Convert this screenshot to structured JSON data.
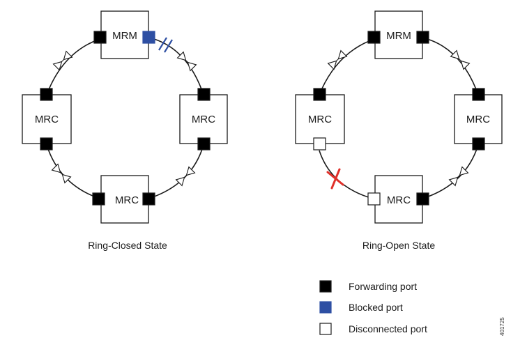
{
  "diagrams": {
    "closed": {
      "caption": "Ring-Closed State",
      "nodes": [
        {
          "id": "mrm",
          "label": "MRM"
        },
        {
          "id": "left",
          "label": "MRC"
        },
        {
          "id": "right",
          "label": "MRC"
        },
        {
          "id": "bottom",
          "label": "MRC"
        }
      ],
      "ports": [
        {
          "state": "forwarding"
        },
        {
          "state": "blocked"
        },
        {
          "state": "forwarding"
        },
        {
          "state": "forwarding"
        },
        {
          "state": "forwarding"
        },
        {
          "state": "forwarding"
        },
        {
          "state": "forwarding"
        },
        {
          "state": "forwarding"
        }
      ],
      "link_break": "blocked-link"
    },
    "open": {
      "caption": "Ring-Open State",
      "nodes": [
        {
          "id": "mrm",
          "label": "MRM"
        },
        {
          "id": "left",
          "label": "MRC"
        },
        {
          "id": "right",
          "label": "MRC"
        },
        {
          "id": "bottom",
          "label": "MRC"
        }
      ],
      "ports": [
        {
          "state": "forwarding"
        },
        {
          "state": "forwarding"
        },
        {
          "state": "forwarding"
        },
        {
          "state": "disconnected"
        },
        {
          "state": "forwarding"
        },
        {
          "state": "forwarding"
        },
        {
          "state": "disconnected"
        },
        {
          "state": "forwarding"
        }
      ],
      "link_break": "fault-cross"
    }
  },
  "legend": {
    "forwarding": "Forwarding port",
    "blocked": "Blocked port",
    "disconnected": "Disconnected port"
  },
  "colors": {
    "forwarding": "#000000",
    "blocked": "#2e4fa3",
    "disconnected": "#ffffff",
    "fault": "#e0302a",
    "line": "#1a1a1a"
  },
  "figure_id": "401725"
}
